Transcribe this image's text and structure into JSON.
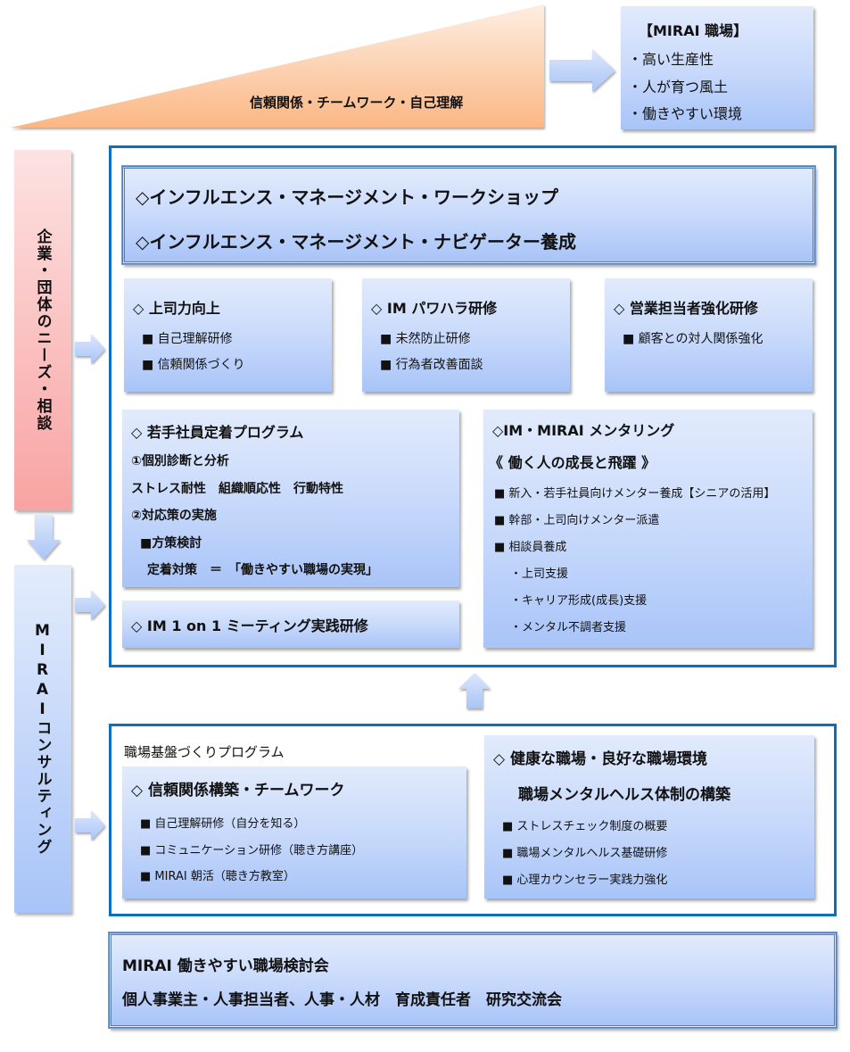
{
  "top": {
    "triangle_label": "信頼関係・チームワーク・自己理解",
    "mirai_box": {
      "title": "【MIRAI 職場】",
      "items": [
        "・高い生産性",
        "・人が育つ風土",
        "・働きやすい環境"
      ]
    }
  },
  "left": {
    "needs_label": "企業・団体のニーズ・相談",
    "consulting_label": "MIRAIコンサルティング"
  },
  "main": {
    "header_lines": [
      "◇インフルエンス・マネージメント・ワークショップ",
      "◇インフルエンス・マネージメント・ナビゲーター養成"
    ],
    "cards": [
      {
        "title": "◇ 上司力向上",
        "items": [
          "■ 自己理解研修",
          "■  信頼関係づくり"
        ]
      },
      {
        "title": "◇ IM パワハラ研修",
        "items": [
          "■ 未然防止研修",
          "■  行為者改善面談"
        ]
      },
      {
        "title": "◇ 営業担当者強化研修",
        "items": [
          "■ 顧客との対人関係強化"
        ]
      }
    ],
    "youth_program": {
      "title": "◇ 若手社員定着プログラム",
      "lines": [
        "①個別診断と分析",
        "ストレス耐性　組織順応性　行動特性",
        "②対応策の実施",
        "■方策検討",
        "定着対策　＝　「働きやすい職場の実現」"
      ]
    },
    "one_on_one": "◇  IM  1 on 1 ミーティング実践研修",
    "mentoring": {
      "title": "◇IM・MIRAI メンタリング",
      "subtitle": "《 働く人の成長と飛躍 》",
      "items": [
        "■  新入・若手社員向けメンター養成【シニアの活用】",
        "■  幹部・上司向けメンター派遣",
        "■  相談員養成"
      ],
      "subitems": [
        "・上司支援",
        "・キャリア形成(成長)支援",
        "・メンタル不調者支援"
      ]
    }
  },
  "foundation": {
    "label": "職場基盤づくりプログラム",
    "trust": {
      "title": "◇ 信頼関係構築・チームワーク",
      "items": [
        "■  自己理解研修（自分を知る）",
        "■  コミュニケーション研修（聴き方講座）",
        "■  MIRAI 朝活（聴き方教室）"
      ]
    },
    "health": {
      "title": "◇ 健康な職場・良好な職場環境",
      "subtitle": "職場メンタルヘルス体制の構築",
      "items": [
        "■  ストレスチェック制度の概要",
        "■  職場メンタルヘルス基礎研修",
        "■  心理カウンセラー実践力強化"
      ]
    }
  },
  "bottom": {
    "lines": [
      "MIRAI 働きやすい職場検討会",
      "個人事業主・人事担当者、人事・人材　育成責任者　研究交流会"
    ]
  },
  "colors": {
    "frame": "#0b6fc0",
    "box_top": "#e2ebfc",
    "box_bottom": "#a8c4f8",
    "triangle_top": "#fde8d6",
    "triangle_bottom": "#fbb784",
    "needs_top": "#fde0e0",
    "needs_bottom": "#f9a0a0"
  }
}
